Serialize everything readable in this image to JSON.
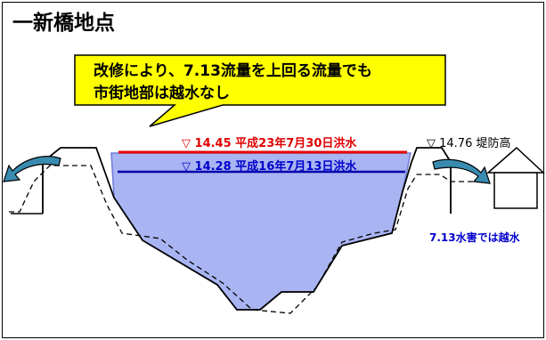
{
  "title": "一新橋地点",
  "callout": {
    "line1": "改修により、7.13流量を上回る流量でも",
    "line2": "市街地部は越水なし"
  },
  "levels": {
    "h2011": "▽ 14.45 平成23年7月30日洪水",
    "h2004": "▽ 14.28 平成16年7月13日洪水",
    "crest": "▽ 14.76 堤防高"
  },
  "flood_note": "7.13水害では越水",
  "colors": {
    "water": "#a9b4f2",
    "line_2011": "#e60000",
    "line_2004": "#0000aa",
    "arrow": "#2e7d9a",
    "callout_fill": "#ffff00"
  }
}
